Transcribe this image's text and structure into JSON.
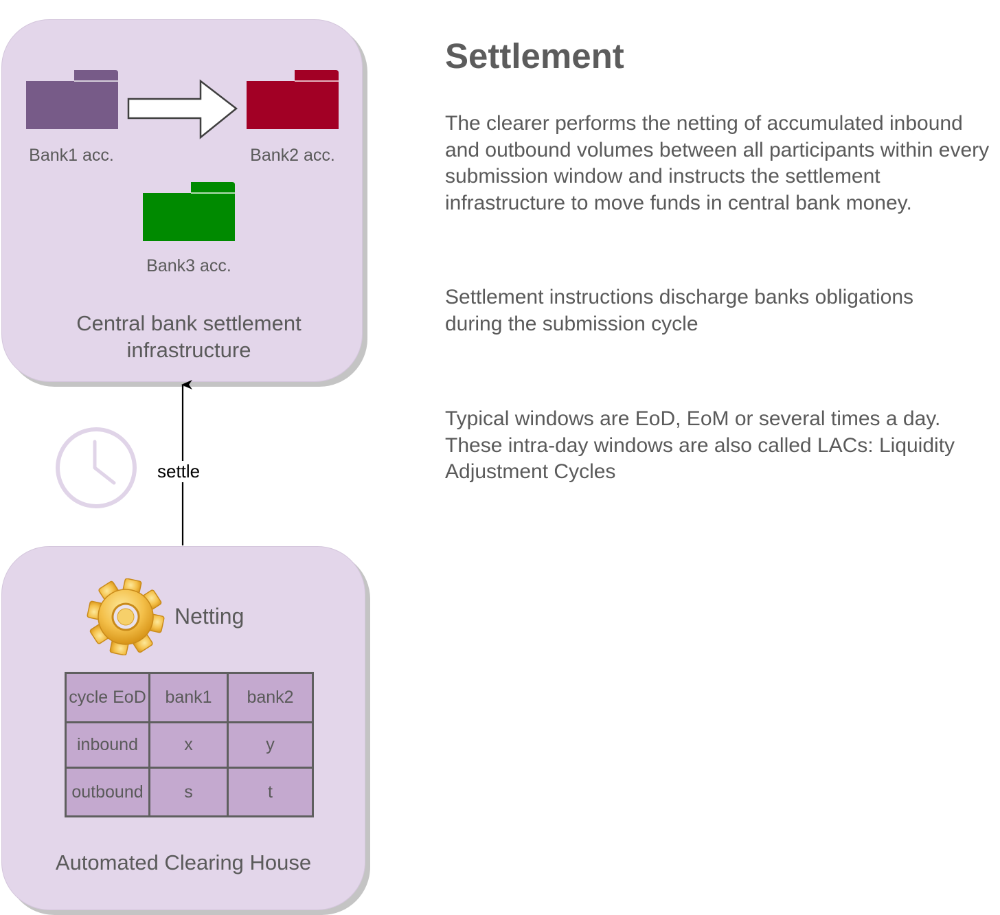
{
  "settlement_panel": {
    "accounts": [
      {
        "label": "Bank1 acc.",
        "color": "#775b88"
      },
      {
        "label": "Bank2 acc.",
        "color": "#a20025"
      },
      {
        "label": "Bank3 acc.",
        "color": "#008a00"
      }
    ],
    "title_line1": "Central bank settlement",
    "title_line2": "infrastructure"
  },
  "connector": {
    "label": "settle",
    "icon": "clock-icon"
  },
  "clearing_panel": {
    "icon": "gear-icon",
    "netting_label": "Netting",
    "table": {
      "header": [
        "cycle EoD",
        "bank1",
        "bank2"
      ],
      "rows": [
        [
          "inbound",
          "x",
          "y"
        ],
        [
          "outbound",
          "s",
          "t"
        ]
      ]
    },
    "title": "Automated Clearing House"
  },
  "text": {
    "heading": "Settlement",
    "paragraphs": [
      "The clearer performs the netting of accumulated inbound and outbound volumes between all participants within every submission window and instructs the settlement infrastructure to move funds in central bank money.",
      "Settlement instructions discharge banks obligations during the submission cycle",
      "Typical windows are EoD, EoM or several times a day. These intra-day windows are also called LACs: Liquidity Adjustment Cycles"
    ]
  },
  "colors": {
    "panel_fill": "#e3d6ea",
    "table_fill": "#c4a9cf",
    "clock_stroke": "#e0d4e8"
  }
}
